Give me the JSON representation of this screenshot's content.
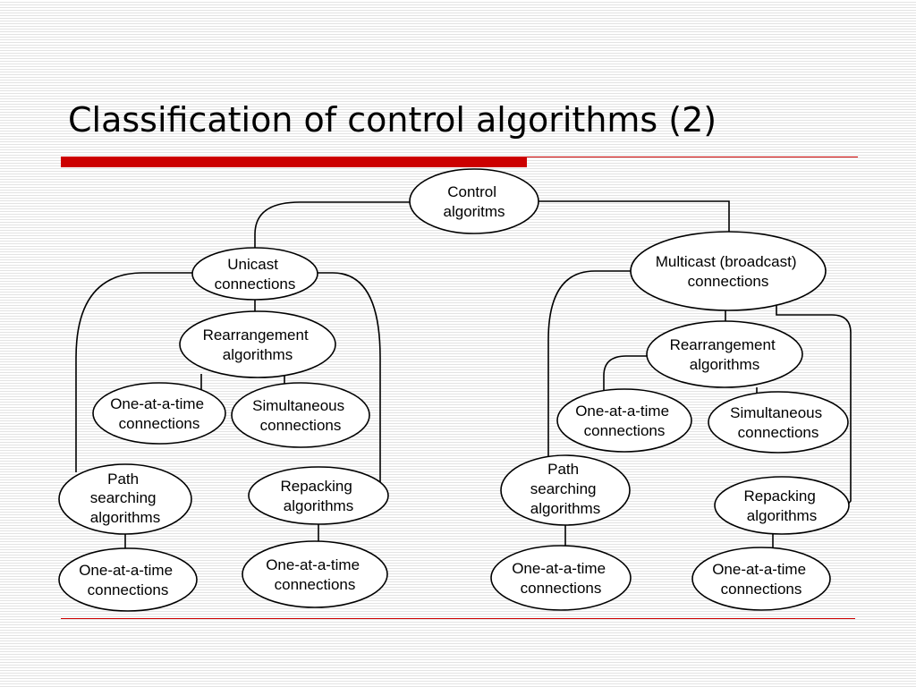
{
  "slide": {
    "title": "Classification of control algorithms (2)",
    "accent_color": "#cc0000",
    "rule_color": "#cc0000"
  },
  "diagram": {
    "root": {
      "lines": [
        "Control",
        "algoritms"
      ]
    },
    "unicast": {
      "main": {
        "lines": [
          "Unicast",
          "connections"
        ]
      },
      "rearrangement": {
        "lines": [
          "Rearrangement",
          "algorithms"
        ]
      },
      "rearr_one": {
        "lines": [
          "One-at-a-time",
          "connections"
        ]
      },
      "rearr_sim": {
        "lines": [
          "Simultaneous",
          "connections"
        ]
      },
      "path": {
        "lines": [
          "Path",
          "searching",
          "algorithms"
        ]
      },
      "path_one": {
        "lines": [
          "One-at-a-time",
          "connections"
        ]
      },
      "repack": {
        "lines": [
          "Repacking",
          "algorithms"
        ]
      },
      "repack_one": {
        "lines": [
          "One-at-a-time",
          "connections"
        ]
      }
    },
    "multicast": {
      "main": {
        "lines": [
          "Multicast (broadcast)",
          "connections"
        ]
      },
      "rearrangement": {
        "lines": [
          "Rearrangement",
          "algorithms"
        ]
      },
      "rearr_one": {
        "lines": [
          "One-at-a-time",
          "connections"
        ]
      },
      "rearr_sim": {
        "lines": [
          "Simultaneous",
          "connections"
        ]
      },
      "path": {
        "lines": [
          "Path",
          "searching",
          "algorithms"
        ]
      },
      "path_one": {
        "lines": [
          "One-at-a-time",
          "connections"
        ]
      },
      "repack": {
        "lines": [
          "Repacking",
          "algorithms"
        ]
      },
      "repack_one": {
        "lines": [
          "One-at-a-time",
          "connections"
        ]
      }
    }
  }
}
